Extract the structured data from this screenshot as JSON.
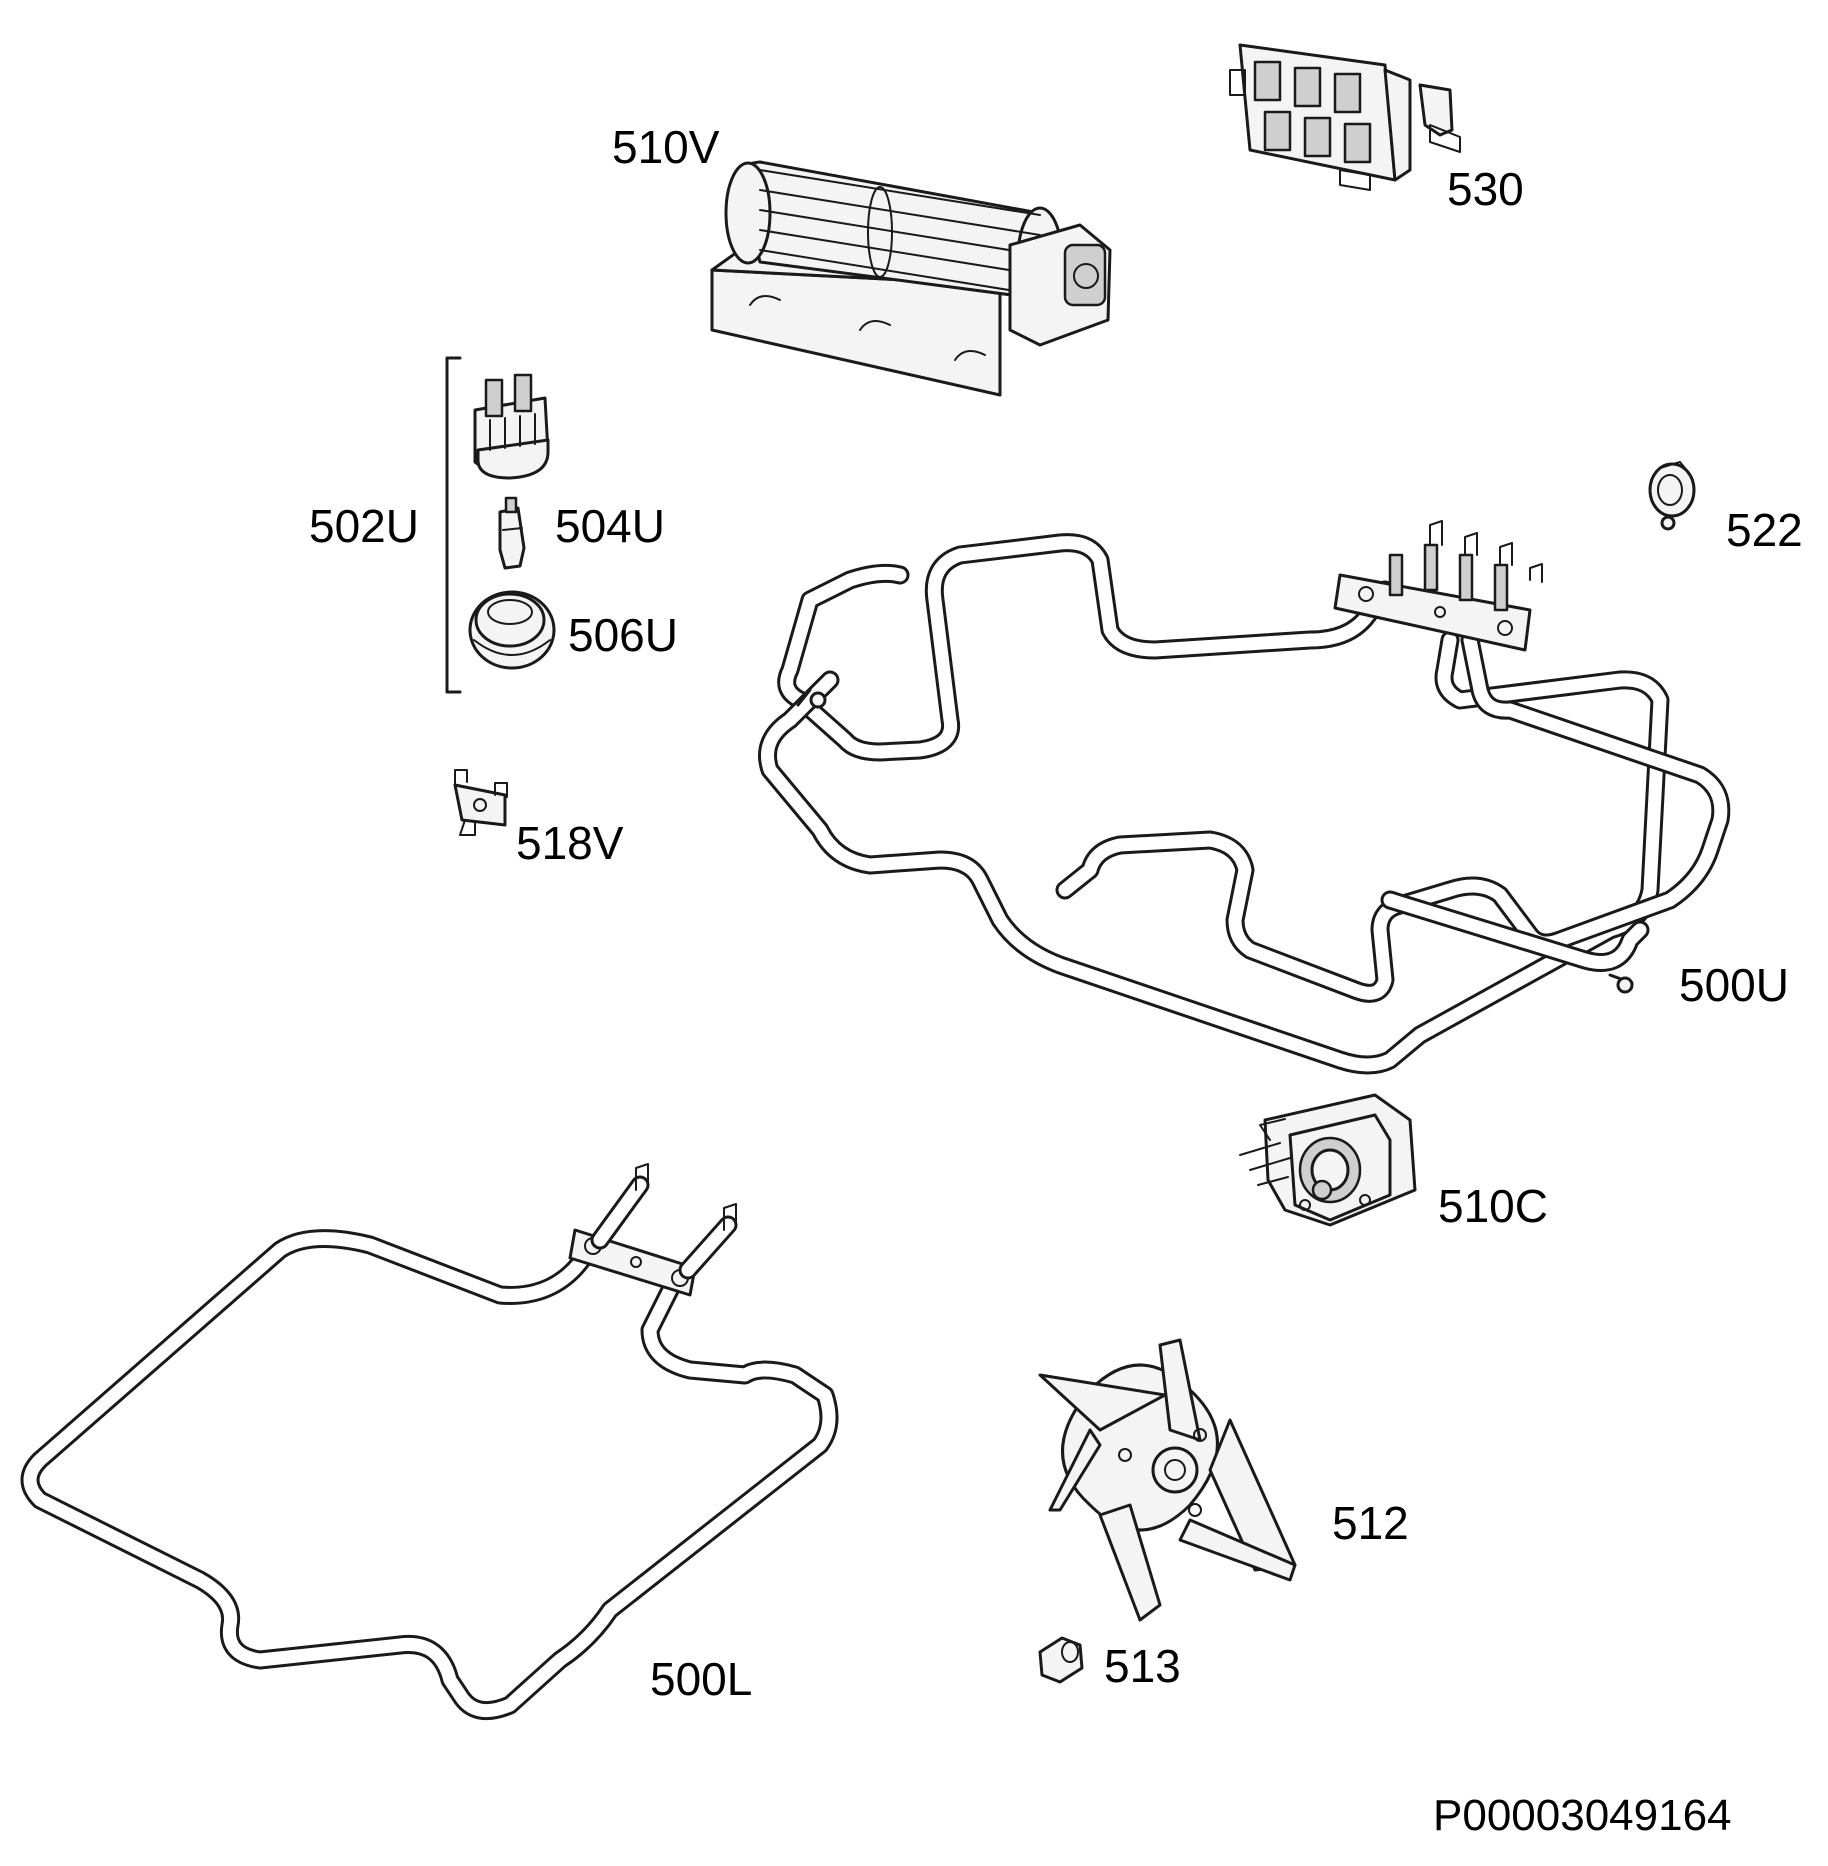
{
  "labels": {
    "p510v": "510V",
    "p530": "530",
    "p502u": "502U",
    "p504u": "504U",
    "p506u": "506U",
    "p522": "522",
    "p518v": "518V",
    "p500u": "500U",
    "p510c": "510C",
    "p512": "512",
    "p513": "513",
    "p500l": "500L"
  },
  "document_id": "P00003049164",
  "colors": {
    "line": "#1a1a1a",
    "background": "#ffffff",
    "part_fill": "#f4f4f4"
  }
}
